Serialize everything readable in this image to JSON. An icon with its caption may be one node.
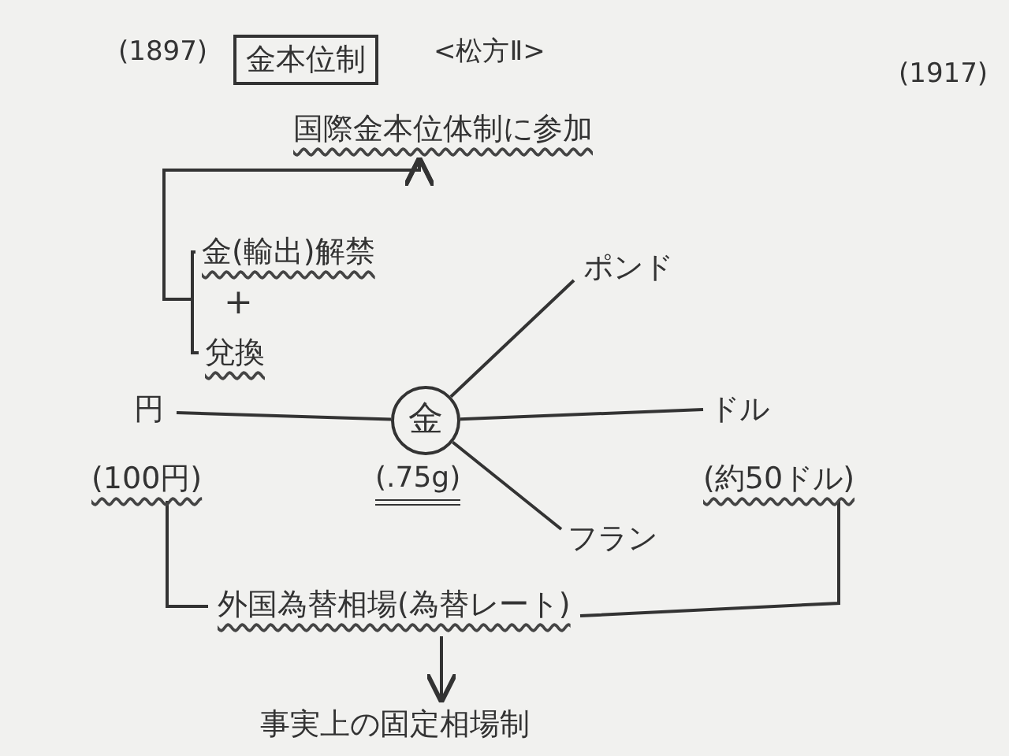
{
  "diagram": {
    "nodes": [
      {
        "text": [
          "金本位制"
        ]
      },
      {
        "text": [
          "国際金本位体制に参加"
        ]
      },
      {
        "text": [
          "金(輸出)解禁"
        ]
      },
      {
        "text": [
          "兌換"
        ]
      },
      {
        "text": [
          "円"
        ]
      },
      {
        "text": [
          "金"
        ],
        "beside": [
          "(.75g)"
        ]
      },
      {
        "text": [
          "ポンド"
        ]
      },
      {
        "text": [
          "ドル"
        ]
      },
      {
        "text": [
          "フラン"
        ]
      },
      {
        "text": [
          "(100円)"
        ]
      },
      {
        "text": [
          "(約50ドル)"
        ]
      },
      {
        "text": [
          "外国為替相場(為替レート)"
        ]
      },
      {
        "text": [
          "事実上の固定相場制"
        ]
      }
    ],
    "edges": [
      {
        "from": 2,
        "to": 1,
        "arrow": "to"
      },
      {
        "from": 3,
        "to": 1,
        "arrow": "to"
      },
      {
        "from": 5,
        "to": 4,
        "arrow": "none"
      },
      {
        "from": 5,
        "to": 6,
        "arrow": "none"
      },
      {
        "from": 5,
        "to": 7,
        "arrow": "none"
      },
      {
        "from": 5,
        "to": 8,
        "arrow": "none"
      },
      {
        "from": 9,
        "to": 11,
        "arrow": "none"
      },
      {
        "from": 10,
        "to": 11,
        "arrow": "none"
      },
      {
        "from": 11,
        "to": 12,
        "arrow": "to"
      }
    ],
    "labels": [
      "(1897)",
      "<松方Ⅱ>",
      "+",
      "(1917)"
    ]
  }
}
